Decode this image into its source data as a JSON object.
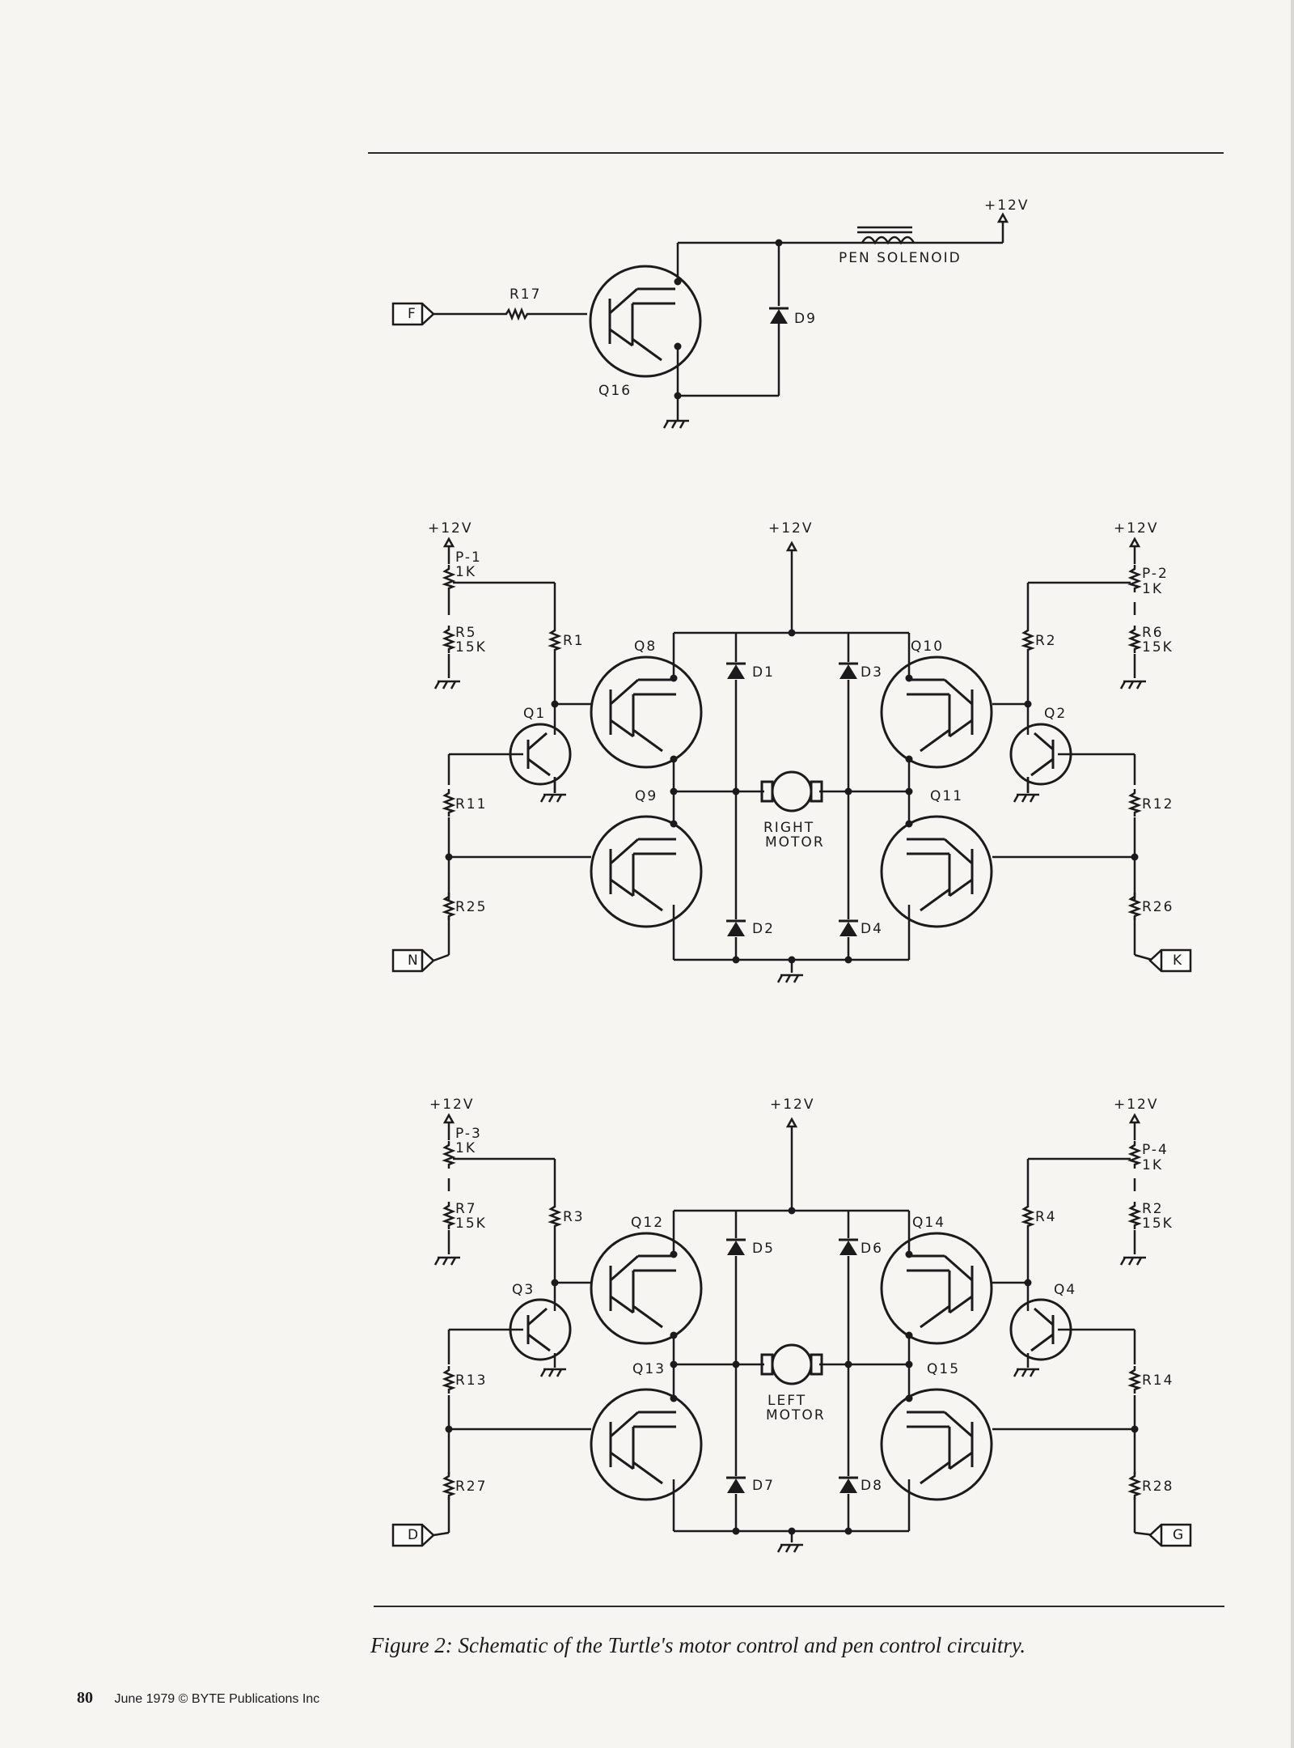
{
  "figure": {
    "caption": "Figure 2: Schematic of the Turtle's motor control and pen control circuitry.",
    "pen_circuit": {
      "input": "F",
      "resistor": "R17",
      "transistor": "Q16",
      "diode": "D9",
      "solenoid": "PEN SOLENOID",
      "supply": "+12V"
    },
    "right_motor_circuit": {
      "supply_left": "+12V",
      "supply_mid": "+12V",
      "supply_right": "+12V",
      "pot_left": [
        "P-1",
        "1K"
      ],
      "pot_right": [
        "P-2",
        "1K"
      ],
      "r_left_bias": [
        "R5",
        "15K"
      ],
      "r_right_bias": [
        "R6",
        "15K"
      ],
      "r_left": "R1",
      "r_right": "R2",
      "q_small_left": "Q1",
      "q_small_right": "Q2",
      "q_top_left": "Q8",
      "q_bottom_left": "Q9",
      "q_top_right": "Q10",
      "q_bottom_right": "Q11",
      "diodes": [
        "D1",
        "D3",
        "D2",
        "D4"
      ],
      "motor": [
        "RIGHT",
        "MOTOR"
      ],
      "r_mid_left": "R11",
      "r_mid_right": "R12",
      "r_low_left": "R25",
      "r_low_right": "R26",
      "input_left": "N",
      "input_right": "K"
    },
    "left_motor_circuit": {
      "supply_left": "+12V",
      "supply_mid": "+12V",
      "supply_right": "+12V",
      "pot_left": [
        "P-3",
        "1K"
      ],
      "pot_right": [
        "P-4",
        "1K"
      ],
      "r_left_bias": [
        "R7",
        "15K"
      ],
      "r_right_bias": [
        "R2",
        "15K"
      ],
      "r_left": "R3",
      "r_right": "R4",
      "q_small_left": "Q3",
      "q_small_right": "Q4",
      "q_top_left": "Q12",
      "q_bottom_left": "Q13",
      "q_top_right": "Q14",
      "q_bottom_right": "Q15",
      "diodes": [
        "D5",
        "D6",
        "D7",
        "D8"
      ],
      "motor": [
        "LEFT",
        "MOTOR"
      ],
      "r_mid_left": "R13",
      "r_mid_right": "R14",
      "r_low_left": "R27",
      "r_low_right": "R28",
      "input_left": "D",
      "input_right": "G"
    }
  },
  "footer": {
    "page_number": "80",
    "credit": "June 1979 © BYTE Publications Inc"
  }
}
